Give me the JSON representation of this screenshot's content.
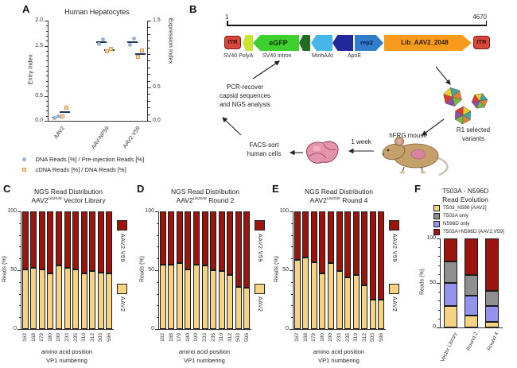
{
  "colors": {
    "dark_red": "#9A150D",
    "tan": "#F5D382",
    "gray": "#8F8F8F",
    "periwinkle": "#9393ED",
    "blue_dot": "#9AB2D8",
    "orange_sq_fill": "#F7D6A4",
    "orange_sq_border": "#E19A4F",
    "mean_line": "#23365F",
    "axis": "#333333",
    "itr_fill": "#D8473C",
    "itr_border": "#7E1A12",
    "polya_green": "#C9E437",
    "egfp_green": "#3ED02F",
    "intron_green": "#1F6B21",
    "minhaat_blue": "#47B7EB",
    "apoe_navy": "#20289C",
    "rep2_blue": "#2F7DCB",
    "lib_orange": "#F89B1D"
  },
  "panelA": {
    "letter": "A",
    "title": "Human Hepatocytes",
    "ylabel_left": "Entry Index",
    "ylabel_right": "Expression Index",
    "legend": [
      {
        "label": "DNA Reads [%] / Pre-injection Reads [%]"
      },
      {
        "label": "cDNA Reads [%] / DNA Reads [%]"
      }
    ]
  },
  "panelB": {
    "letter": "B",
    "scale_start": "1",
    "scale_end": "4670",
    "itr_left": "ITR",
    "itr_right": "ITR",
    "egfp": "eGFP",
    "rep2": "rep2",
    "lib": "Lib_AAV2_2048",
    "sub_labels": {
      "polya": "SV40 PolyA",
      "intron": "SV40 intron",
      "minhaat": "MinhAAt",
      "apoe": "ApoE"
    },
    "pcr_line1": "PCR-recover",
    "pcr_line2": "capsid sequences",
    "pcr_line3": "and NGS analysis",
    "r1_line1": "R1 selected",
    "r1_line2": "variants",
    "mouse_label": "hFRG mouse",
    "week_label": "1 week",
    "facs_line1": "FACS-sort",
    "facs_line2": "human cells"
  },
  "cde_shared": {
    "ylabel": "Reads (%)",
    "xlabel1": "amino acid position",
    "xlabel2": "VP1 numbering",
    "legend_top": "AAV2.V59",
    "legend_bottom": "AAV2"
  },
  "panelC": {
    "letter": "C",
    "title1": "NGS Read Distribution",
    "title2_base": "AAV2",
    "title2_sup": "Lib2048",
    "title2_rest": " Vector Library"
  },
  "panelD": {
    "letter": "D",
    "title1": "NGS Read Distribution",
    "title2_base": "AAV2",
    "title2_sup": "Lib2048",
    "title2_rest": " Round 2"
  },
  "panelE": {
    "letter": "E",
    "title1": "NGS Read Distribution",
    "title2_base": "AAV2",
    "title2_sup": "Lib2048",
    "title2_rest": " Round 4"
  },
  "panelF": {
    "letter": "F",
    "title1": "T503A - N596D",
    "title2": "Read Evolution",
    "ylabel": "Reads (%)",
    "legend": [
      {
        "label": "T503_N596 [AAV2]",
        "color_key": "tan"
      },
      {
        "label": "T503A only",
        "color_key": "gray"
      },
      {
        "label": "N596D only",
        "color_key": "periwinkle"
      },
      {
        "label": "T503A+N596D [AAV2.V59]",
        "color_key": "dark_red"
      }
    ]
  },
  "chart_data": [
    {
      "id": "A",
      "type": "scatter",
      "title": "Human Hepatocytes",
      "ylabel_left": "Entry Index",
      "ylabel_right": "Expression Index",
      "ylim_left": [
        0,
        2.0
      ],
      "ylim_right": [
        0,
        1.5
      ],
      "categories": [
        "AAV2",
        "AAV-NP59",
        "AAV2.V59"
      ],
      "series": [
        {
          "name": "DNA Reads [%] / Pre-injection Reads [%]",
          "axis": "left",
          "marker": "circle",
          "values": [
            [
              0.05,
              0.08
            ],
            [
              1.53,
              1.62
            ],
            [
              1.51,
              1.65
            ]
          ],
          "means": [
            0.07,
            1.57,
            1.57
          ]
        },
        {
          "name": "cDNA Reads [%] / DNA Reads [%]",
          "axis": "right",
          "marker": "square",
          "values": [
            [
              0.07,
              0.2
            ],
            [
              1.04,
              1.08
            ],
            [
              0.96,
              1.05
            ]
          ],
          "means": [
            0.13,
            1.06,
            1.0
          ]
        }
      ]
    },
    {
      "id": "C",
      "type": "stacked-bar",
      "title": "NGS Read Distribution AAV2(Lib2048) Vector Library",
      "ylabel": "Reads (%)",
      "ylim": [
        0,
        100
      ],
      "categories": [
        "162",
        "168",
        "179",
        "180",
        "190",
        "233",
        "235",
        "310",
        "312",
        "503",
        "596"
      ],
      "series": [
        {
          "name": "AAV2",
          "color_key": "tan",
          "values": [
            51,
            52,
            51,
            47,
            54,
            52,
            51,
            47,
            49,
            48,
            47
          ]
        },
        {
          "name": "AAV2.V59",
          "color_key": "dark_red",
          "values": [
            49,
            48,
            49,
            53,
            46,
            48,
            49,
            53,
            51,
            52,
            53
          ]
        }
      ]
    },
    {
      "id": "D",
      "type": "stacked-bar",
      "title": "NGS Read Distribution AAV2(Lib2048) Round 2",
      "ylabel": "Reads (%)",
      "ylim": [
        0,
        100
      ],
      "categories": [
        "162",
        "168",
        "179",
        "180",
        "190",
        "233",
        "235",
        "310",
        "312",
        "503",
        "596"
      ],
      "series": [
        {
          "name": "AAV2",
          "color_key": "tan",
          "values": [
            55,
            55,
            56,
            51,
            55,
            54,
            50,
            49,
            46,
            36,
            35
          ]
        },
        {
          "name": "AAV2.V59",
          "color_key": "dark_red",
          "values": [
            45,
            45,
            44,
            49,
            45,
            46,
            50,
            51,
            54,
            64,
            65
          ]
        }
      ]
    },
    {
      "id": "E",
      "type": "stacked-bar",
      "title": "NGS Read Distribution AAV2(Lib2048) Round 4",
      "ylabel": "Reads (%)",
      "ylim": [
        0,
        100
      ],
      "categories": [
        "162",
        "168",
        "179",
        "180",
        "190",
        "233",
        "235",
        "310",
        "312",
        "503",
        "596"
      ],
      "series": [
        {
          "name": "AAV2",
          "color_key": "tan",
          "values": [
            59,
            61,
            57,
            47,
            56,
            49,
            44,
            46,
            37,
            25,
            25
          ]
        },
        {
          "name": "AAV2.V59",
          "color_key": "dark_red",
          "values": [
            41,
            39,
            43,
            53,
            44,
            51,
            56,
            54,
            63,
            75,
            75
          ]
        }
      ]
    },
    {
      "id": "F",
      "type": "stacked-bar",
      "title": "T503A - N596D Read Evolution",
      "ylabel": "Reads (%)",
      "ylim": [
        0,
        100
      ],
      "categories": [
        "Vector Library",
        "Round 2",
        "Round 4"
      ],
      "series": [
        {
          "name": "T503_N596 [AAV2]",
          "color_key": "tan",
          "values": [
            24,
            13,
            6
          ]
        },
        {
          "name": "N596D only",
          "color_key": "periwinkle",
          "values": [
            26,
            23,
            18
          ]
        },
        {
          "name": "T503A only",
          "color_key": "gray",
          "values": [
            24,
            23,
            17
          ]
        },
        {
          "name": "T503A+N596D [AAV2.V59]",
          "color_key": "dark_red",
          "values": [
            26,
            41,
            59
          ]
        }
      ]
    }
  ]
}
